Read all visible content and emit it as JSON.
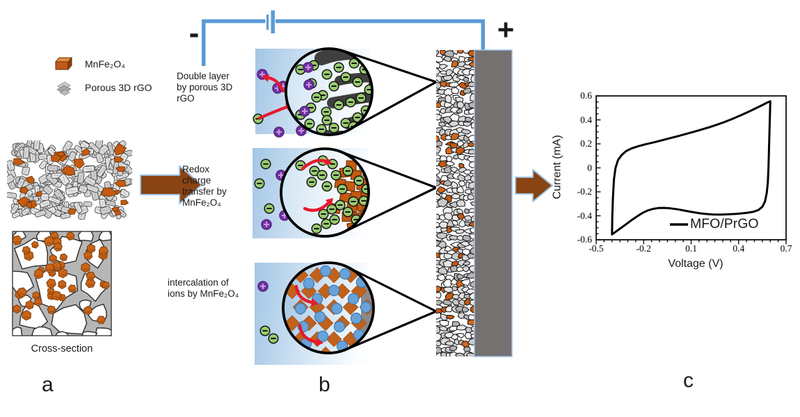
{
  "figure": {
    "background": "#ffffff",
    "type": "supercapacitor-mechanism-schematic"
  },
  "panel_a": {
    "label": "a",
    "legend": [
      {
        "icon": "mnfe2o4-cube-icon",
        "label": "MnFe₂O₄"
      },
      {
        "icon": "rgo-flake-icon",
        "label": "Porous 3D rGO"
      }
    ],
    "cross_section_label": "Cross-section"
  },
  "panel_b": {
    "label": "b",
    "terminal_negative": "-",
    "terminal_positive": "+",
    "mechanisms": [
      {
        "label": "Double layer\nby porous 3D\nrGO"
      },
      {
        "label": "Redox\ncharge\ntransfer by\nMnFe₂O₄"
      },
      {
        "label": "intercalation of\nions by MnFe₂O₄"
      }
    ]
  },
  "panel_c": {
    "label": "c"
  },
  "icons": {
    "mnfe2o4-cube": "orange 3D cube",
    "rgo-flake": "stack of gray flakes",
    "battery": "two-plate battery symbol on wire",
    "block-arrow": "brown block arrow with light blue outline",
    "magnifier-callout": "circle with tangent lines to electrode"
  },
  "colors": {
    "wire_blue": "#5b9bd5",
    "arrow_brown": "#8a4414",
    "arrow_brown_outline": "#9dc3e6",
    "arrow_red": "#e8192c",
    "anion_green": "#97ca6f",
    "cation_purple": "#7030a0",
    "cation_plus": "#c79ae0",
    "ion_blue": "#68a2d8",
    "rgo_dark": "#3f3f3f",
    "mnfe_orange": "#c55a11",
    "mnfe_orange_dark": "#7c3c0a",
    "collector_gray": "#767171",
    "electrolyte_blue": "#a3c6e6",
    "curve_black": "#000000"
  },
  "chart_data": {
    "type": "line",
    "title": "",
    "xlabel": "Voltage (V)",
    "ylabel": "Current (mA)",
    "xlim": [
      -0.5,
      0.7
    ],
    "ylim": [
      -0.6,
      0.6
    ],
    "grid": false,
    "x_major_ticks": [
      -0.5,
      -0.2,
      0.1,
      0.4,
      0.7
    ],
    "x_tick_labels": [
      "-0.5",
      "-0.2",
      "0.1",
      "0.4",
      "0.7"
    ],
    "y_major_ticks": [
      0.6,
      0.4,
      0.2,
      0,
      -0.2,
      -0.4,
      -0.6
    ],
    "y_tick_labels": [
      "0.6",
      "0.4",
      "0.2",
      "0",
      "-0.2",
      "-0.4",
      "-0.6"
    ],
    "minor_tick_step": 0.05,
    "legend": {
      "position": "inside-bottom-right",
      "entries": [
        {
          "label": "MFO/PrGO",
          "color": "#000000"
        }
      ]
    },
    "series": [
      {
        "name": "MFO/PrGO",
        "color": "#000000",
        "closed_loop": true,
        "points": [
          [
            -0.4,
            -0.555
          ],
          [
            -0.398,
            -0.4
          ],
          [
            -0.394,
            -0.25
          ],
          [
            -0.388,
            -0.1
          ],
          [
            -0.378,
            0.0
          ],
          [
            -0.362,
            0.065
          ],
          [
            -0.34,
            0.105
          ],
          [
            -0.31,
            0.14
          ],
          [
            -0.275,
            0.163
          ],
          [
            -0.235,
            0.18
          ],
          [
            -0.19,
            0.196
          ],
          [
            -0.14,
            0.211
          ],
          [
            -0.09,
            0.228
          ],
          [
            -0.04,
            0.245
          ],
          [
            0.01,
            0.262
          ],
          [
            0.06,
            0.28
          ],
          [
            0.11,
            0.298
          ],
          [
            0.16,
            0.317
          ],
          [
            0.21,
            0.337
          ],
          [
            0.26,
            0.358
          ],
          [
            0.31,
            0.382
          ],
          [
            0.36,
            0.408
          ],
          [
            0.41,
            0.436
          ],
          [
            0.46,
            0.466
          ],
          [
            0.51,
            0.498
          ],
          [
            0.555,
            0.527
          ],
          [
            0.585,
            0.547
          ],
          [
            0.6,
            0.555
          ],
          [
            0.598,
            0.45
          ],
          [
            0.595,
            0.3
          ],
          [
            0.592,
            0.15
          ],
          [
            0.589,
            0.0
          ],
          [
            0.585,
            -0.12
          ],
          [
            0.578,
            -0.21
          ],
          [
            0.567,
            -0.28
          ],
          [
            0.55,
            -0.325
          ],
          [
            0.525,
            -0.352
          ],
          [
            0.495,
            -0.366
          ],
          [
            0.46,
            -0.374
          ],
          [
            0.42,
            -0.38
          ],
          [
            0.375,
            -0.385
          ],
          [
            0.33,
            -0.388
          ],
          [
            0.285,
            -0.39
          ],
          [
            0.24,
            -0.389
          ],
          [
            0.195,
            -0.385
          ],
          [
            0.15,
            -0.378
          ],
          [
            0.105,
            -0.368
          ],
          [
            0.06,
            -0.357
          ],
          [
            0.015,
            -0.346
          ],
          [
            -0.03,
            -0.338
          ],
          [
            -0.07,
            -0.334
          ],
          [
            -0.105,
            -0.335
          ],
          [
            -0.14,
            -0.342
          ],
          [
            -0.175,
            -0.356
          ],
          [
            -0.21,
            -0.378
          ],
          [
            -0.245,
            -0.408
          ],
          [
            -0.28,
            -0.44
          ],
          [
            -0.315,
            -0.474
          ],
          [
            -0.35,
            -0.508
          ],
          [
            -0.38,
            -0.537
          ],
          [
            -0.4,
            -0.555
          ]
        ]
      }
    ]
  }
}
